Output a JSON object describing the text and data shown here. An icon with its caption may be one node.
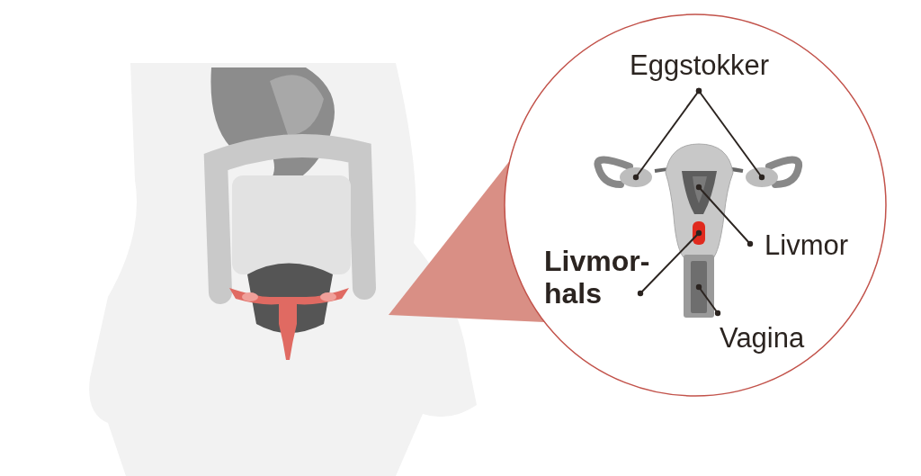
{
  "diagram": {
    "nodes": [
      {
        "text": [
          "Eggstokker"
        ]
      },
      {
        "text": [],
        "shape": "circle"
      },
      {
        "text": [],
        "shape": "circle"
      },
      {
        "text": [],
        "shape": "picture"
      },
      {
        "text": [
          "Livmor"
        ]
      },
      {
        "text": [],
        "shape": "box"
      },
      {
        "text": [
          "Livmor-hals"
        ]
      },
      {
        "text": [],
        "shape": "box"
      },
      {
        "text": [
          "Vagina"
        ]
      }
    ],
    "edges": [
      {
        "from": 0,
        "to": 1,
        "arrow": "other"
      },
      {
        "from": 0,
        "to": 2,
        "arrow": "other"
      },
      {
        "from": 4,
        "to": 3,
        "arrow": "other"
      },
      {
        "from": 6,
        "to": 5,
        "arrow": "other"
      },
      {
        "from": 8,
        "to": 7,
        "arrow": "other"
      }
    ]
  }
}
